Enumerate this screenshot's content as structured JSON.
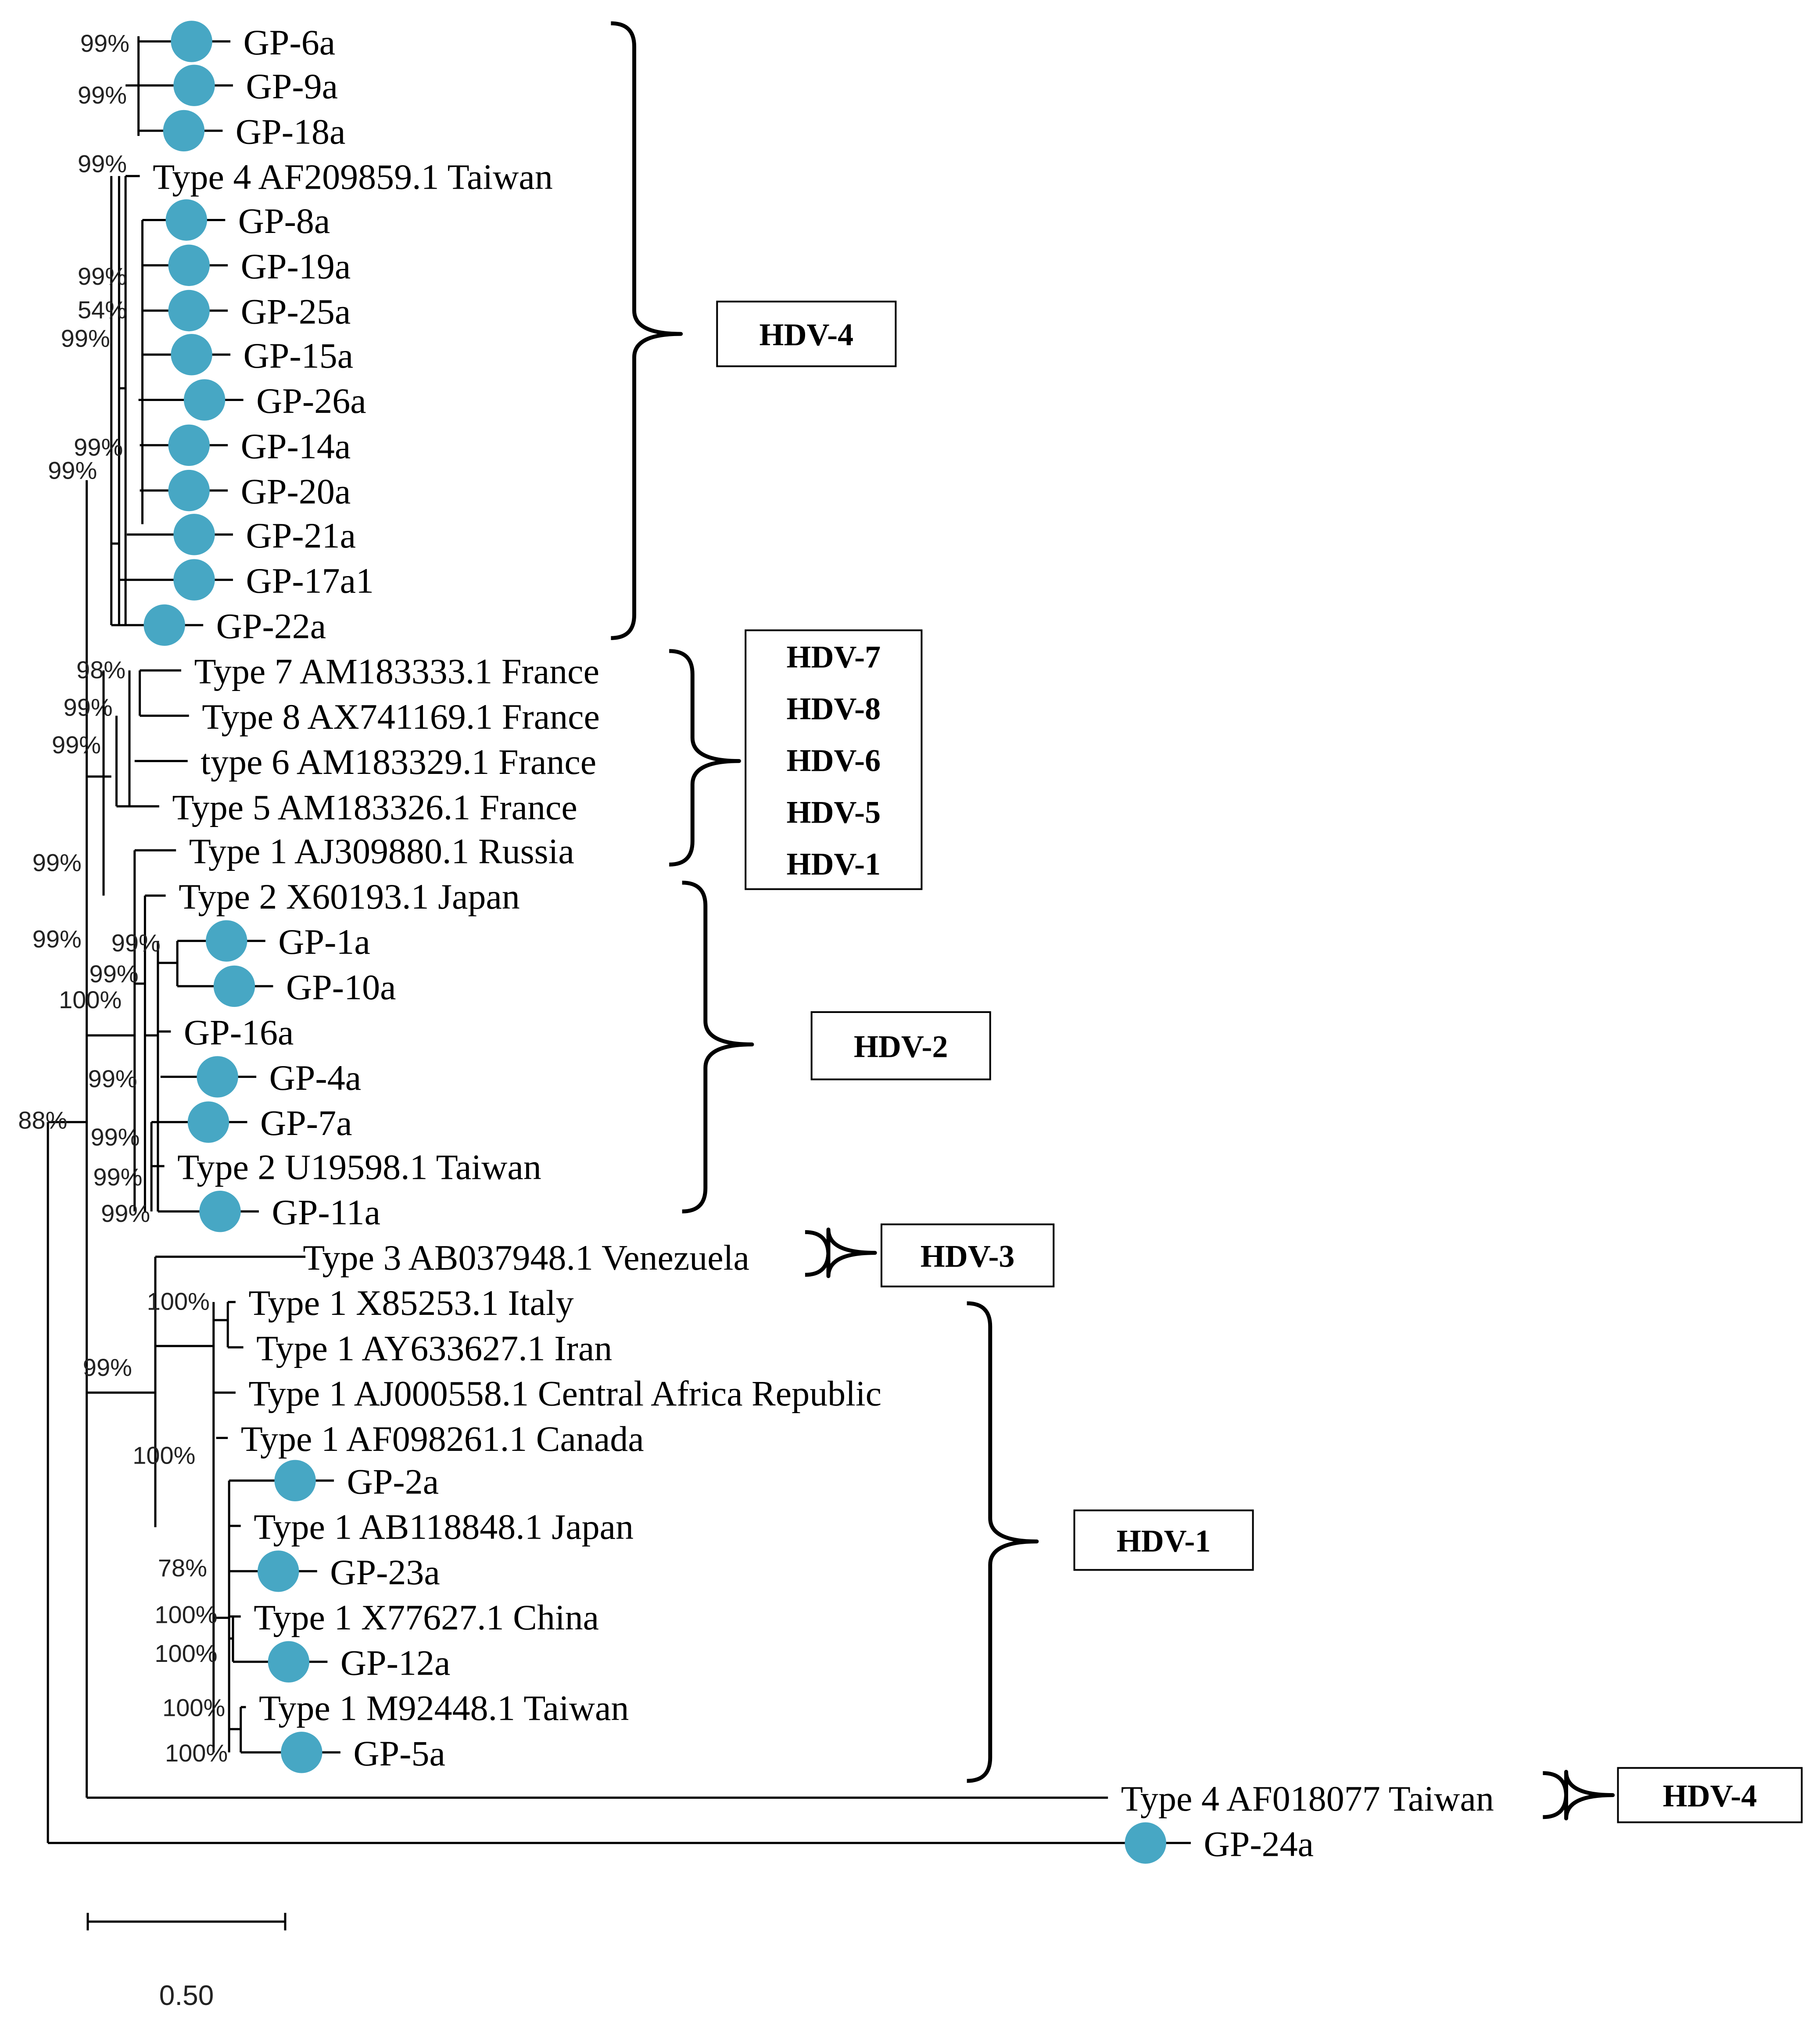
{
  "colors": {
    "marker": "#47a7c4",
    "line": "#000000"
  },
  "tree": {
    "taxa": [
      {
        "label": "GP-6a",
        "marker": true
      },
      {
        "label": "GP-9a",
        "marker": true
      },
      {
        "label": "GP-18a",
        "marker": true
      },
      {
        "label": "Type 4 AF209859.1 Taiwan",
        "marker": false
      },
      {
        "label": "GP-8a",
        "marker": true
      },
      {
        "label": "GP-19a",
        "marker": true
      },
      {
        "label": "GP-25a",
        "marker": true
      },
      {
        "label": "GP-15a",
        "marker": true
      },
      {
        "label": "GP-26a",
        "marker": true
      },
      {
        "label": "GP-14a",
        "marker": true
      },
      {
        "label": "GP-20a",
        "marker": true
      },
      {
        "label": "GP-21a",
        "marker": true
      },
      {
        "label": "GP-17a1",
        "marker": true
      },
      {
        "label": "GP-22a",
        "marker": true
      },
      {
        "label": "Type 7 AM183333.1 France",
        "marker": false
      },
      {
        "label": "Type 8 AX741169.1 France",
        "marker": false
      },
      {
        "label": "type 6 AM183329.1 France",
        "marker": false
      },
      {
        "label": "Type 5 AM183326.1 France",
        "marker": false
      },
      {
        "label": "Type 1 AJ309880.1 Russia",
        "marker": false
      },
      {
        "label": "Type 2 X60193.1 Japan",
        "marker": false
      },
      {
        "label": "GP-1a",
        "marker": true
      },
      {
        "label": "GP-10a",
        "marker": true
      },
      {
        "label": "GP-16a",
        "marker": false
      },
      {
        "label": "GP-4a",
        "marker": true
      },
      {
        "label": "GP-7a",
        "marker": true
      },
      {
        "label": "Type 2 U19598.1 Taiwan",
        "marker": false
      },
      {
        "label": "GP-11a",
        "marker": true
      },
      {
        "label": "Type 3 AB037948.1 Venezuela",
        "marker": false
      },
      {
        "label": "Type 1 X85253.1 Italy",
        "marker": false
      },
      {
        "label": "Type 1 AY633627.1 Iran",
        "marker": false
      },
      {
        "label": "Type 1 AJ000558.1 Central Africa Republic",
        "marker": false
      },
      {
        "label": "Type 1 AF098261.1 Canada",
        "marker": false
      },
      {
        "label": "GP-2a",
        "marker": true
      },
      {
        "label": "Type 1 AB118848.1 Japan",
        "marker": false
      },
      {
        "label": "GP-23a",
        "marker": true
      },
      {
        "label": "Type 1 X77627.1 China",
        "marker": false
      },
      {
        "label": "GP-12a",
        "marker": true
      },
      {
        "label": "Type 1 M92448.1 Taiwan",
        "marker": false
      },
      {
        "label": "GP-5a",
        "marker": true
      },
      {
        "label": "Type 4 AF018077 Taiwan",
        "marker": false
      },
      {
        "label": "GP-24a",
        "marker": true
      }
    ],
    "bootstrap": [
      "99%",
      "99%",
      "99%",
      "99%",
      "54%",
      "99%",
      "99%",
      "99%",
      "98%",
      "99%",
      "99%",
      "99%",
      "99%",
      "99%",
      "99%",
      "100%",
      "99%",
      "99%",
      "99%",
      "99%",
      "88%",
      "100%",
      "99%",
      "100%",
      "78%",
      "100%",
      "100%",
      "100%",
      "100%"
    ],
    "clades": [
      {
        "labels": [
          "HDV-4"
        ]
      },
      {
        "labels": [
          "HDV-7",
          "HDV-8",
          "HDV-6",
          "HDV-5",
          "HDV-1"
        ]
      },
      {
        "labels": [
          "HDV-2"
        ]
      },
      {
        "labels": [
          "HDV-3"
        ]
      },
      {
        "labels": [
          "HDV-1"
        ]
      },
      {
        "labels": [
          "HDV-4"
        ]
      }
    ]
  },
  "scale_bar": {
    "label": "0.50"
  }
}
